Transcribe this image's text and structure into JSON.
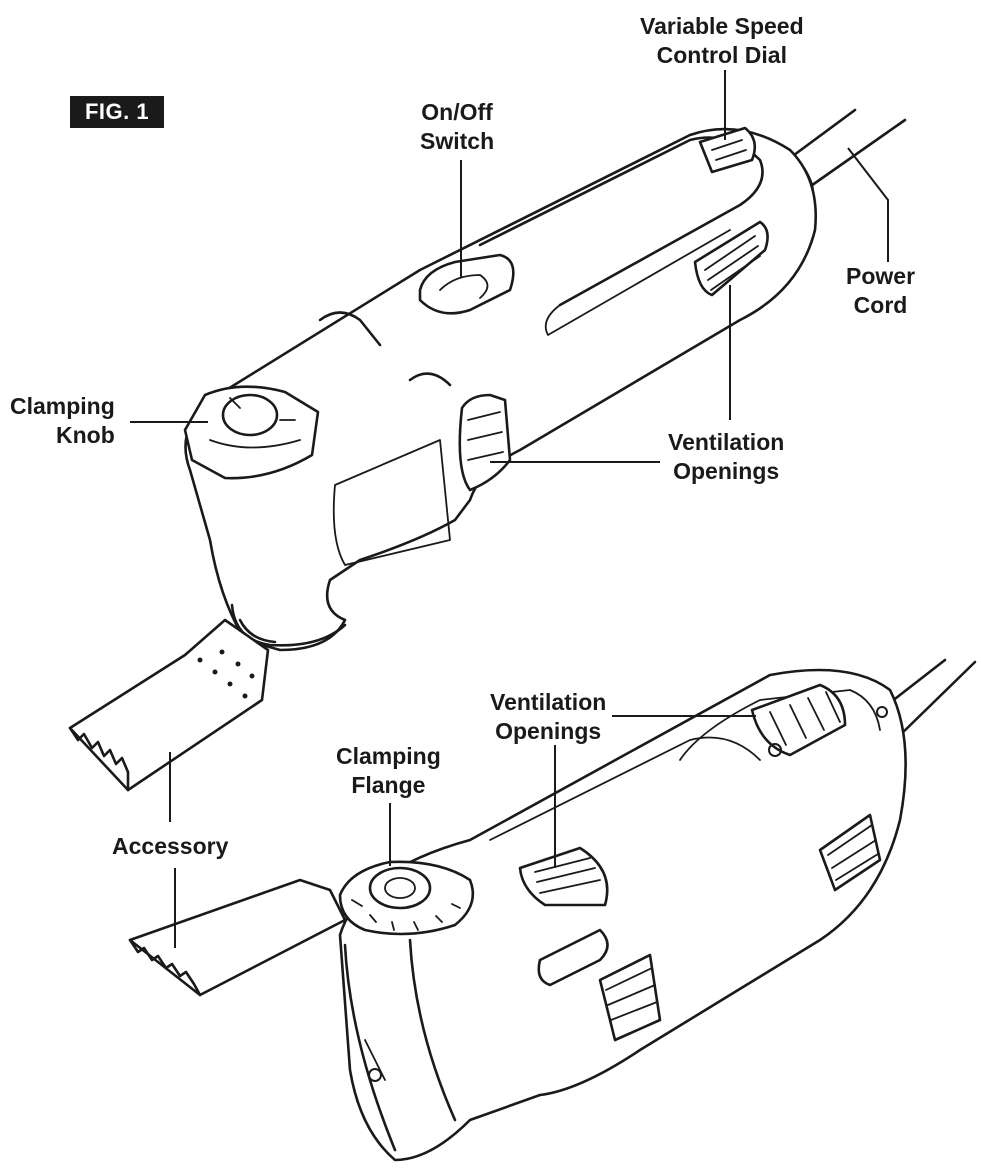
{
  "figure": {
    "label": "FIG. 1",
    "callouts": {
      "speed_dial": [
        "Variable Speed",
        "Control Dial"
      ],
      "on_off": [
        "On/",
        "Off",
        "Switch"
      ],
      "power_cord": [
        "Power",
        "Cord"
      ],
      "clamping_knob": [
        "Clamping",
        "Knob"
      ],
      "vent_top": [
        "Ventilation",
        "Openings"
      ],
      "vent_bottom": [
        "Ventilation",
        "Openings"
      ],
      "clamping_flange": [
        "Clamping",
        "Flange"
      ],
      "accessory": [
        "Accessory"
      ]
    }
  }
}
